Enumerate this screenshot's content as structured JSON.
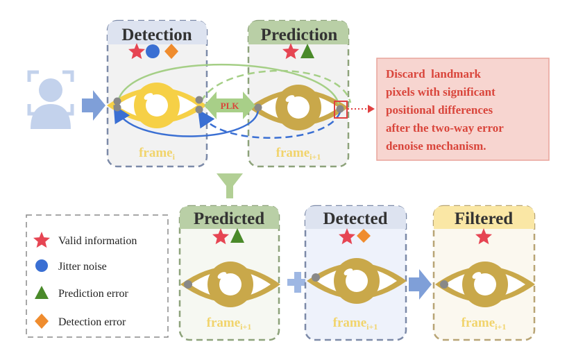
{
  "colors": {
    "detection_fill": "#dde3f0",
    "detection_stroke": "#7c8aa8",
    "prediction_fill": "#b9cfa6",
    "prediction_stroke": "#8da27a",
    "filtered_fill": "#fae7a5",
    "filtered_stroke": "#b8a474",
    "eye_gold": "#c9a84a",
    "eye_yellow": "#f6d046",
    "frame_label": "#f1d46c",
    "star_red": "#e64553",
    "circle_blue": "#3a6fd3",
    "triangle_green": "#4a8a2a",
    "diamond_orange": "#ef8c2e",
    "arrow_blue": "#7f9fd8",
    "note_fill": "#f7d5d0",
    "note_stroke": "#e9a39a",
    "note_text": "#d9453b"
  },
  "top": {
    "detection": {
      "title": "Detection",
      "frame_base": "frame",
      "frame_sub": "i"
    },
    "prediction": {
      "title": "Prediction",
      "frame_base": "frame",
      "frame_sub": "i+1"
    },
    "plk_label": "PLK"
  },
  "note": {
    "lines": [
      "Discard  landmark",
      "pixels with significant",
      "positional differences",
      "after the two-way error",
      "denoise mechanism."
    ]
  },
  "bottom": {
    "predicted": {
      "title": "Predicted",
      "frame_base": "frame",
      "frame_sub": "i+1"
    },
    "detected": {
      "title": "Detected",
      "frame_base": "frame",
      "frame_sub": "i+1"
    },
    "filtered": {
      "title": "Filtered",
      "frame_base": "frame",
      "frame_sub": "i+1"
    }
  },
  "legend": {
    "items": [
      {
        "icon": "star-icon",
        "label": "Valid information"
      },
      {
        "icon": "circle-icon",
        "label": "Jitter noise"
      },
      {
        "icon": "triangle-icon",
        "label": "Prediction error"
      },
      {
        "icon": "diamond-icon",
        "label": "Detection error"
      }
    ]
  }
}
